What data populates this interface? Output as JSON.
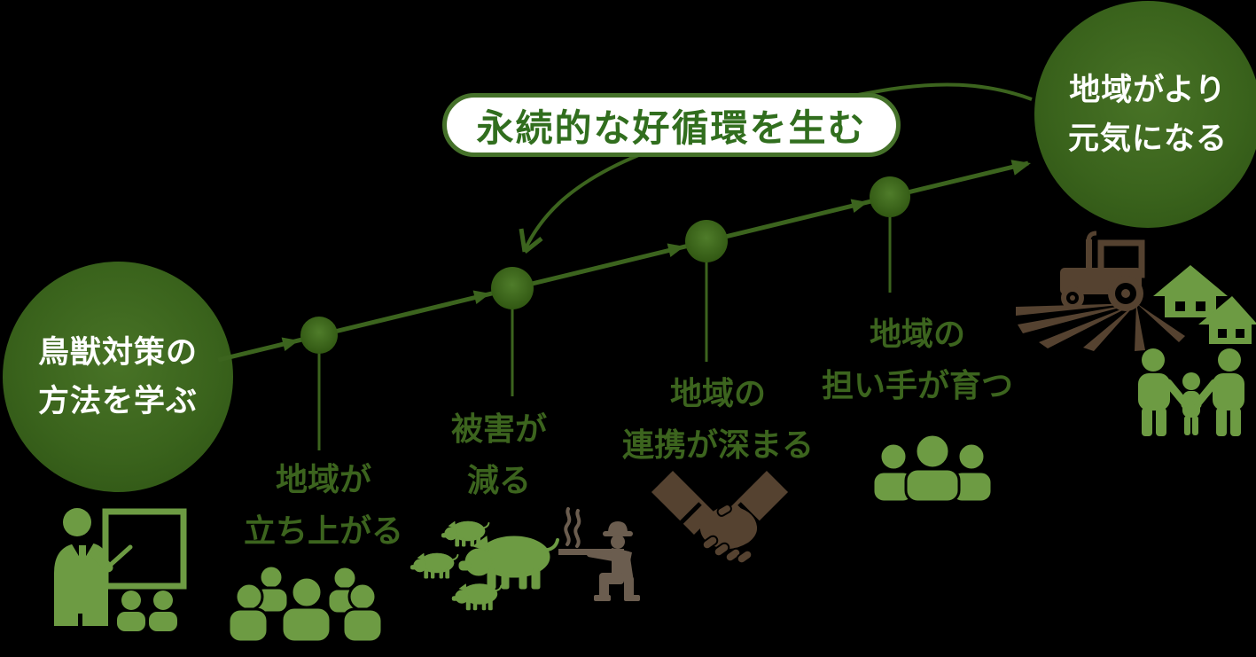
{
  "colors": {
    "background": "#000000",
    "darkGreen": "#3c641e",
    "midGreen": "#6d9b43",
    "circleLight": "#487326",
    "circleDark": "#2c5113",
    "nodeLight": "#4f7c2a",
    "nodeDark": "#2f5511",
    "bannerText": "#316e1e",
    "bannerBorder": "#45712a",
    "bannerBg": "#ffffff",
    "darkBrown": "#554230",
    "grayBrown": "#6b5d4f",
    "circleText": "#ffffff"
  },
  "start_circle": {
    "label": "鳥獣対策の\n方法を学ぶ",
    "icon": "teacher-blackboard-icon"
  },
  "end_circle": {
    "label": "地域がより\n元気になる",
    "icons": [
      "tractor-field-icon",
      "houses-icon",
      "family-icon"
    ]
  },
  "banner": {
    "label": "永続的な好循環を生む"
  },
  "steps": [
    {
      "label": "地域が\n立ち上がる",
      "icons": [
        "crowd-icon"
      ]
    },
    {
      "label": "被害が\n減る",
      "icons": [
        "boars-icon",
        "hunter-icon"
      ]
    },
    {
      "label": "地域の\n連携が深まる",
      "icons": [
        "handshake-icon"
      ]
    },
    {
      "label": "地域の\n担い手が育つ",
      "icons": [
        "three-people-icon"
      ]
    }
  ]
}
